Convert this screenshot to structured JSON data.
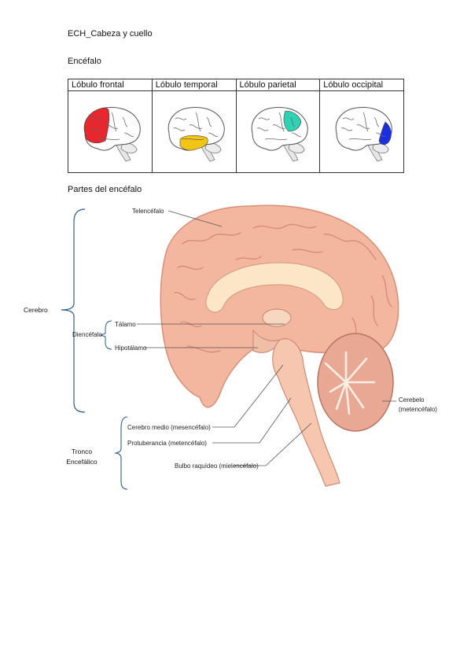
{
  "document": {
    "title": "ECH_Cabeza y cuello",
    "section1": "Encéfalo",
    "section2": "Partes del encéfalo"
  },
  "lobes_table": {
    "headers": [
      "Lóbulo frontal",
      "Lóbulo temporal",
      "Lóbulo parietal",
      "Lóbulo occipital"
    ],
    "highlight_colors": [
      "#e8262e",
      "#f2c414",
      "#2fd3b4",
      "#1a2fe0"
    ]
  },
  "brain_diagram": {
    "groups": {
      "cerebro": "Cerebro",
      "diencefalo": "Diencéfalo",
      "tronco_line1": "Tronco",
      "tronco_line2": "Encefálico"
    },
    "labels": {
      "telencefalo": "Telencéfalo",
      "talamo": "Tálamo",
      "hipotalamo": "Hipotálamo",
      "cerebelo_line1": "Cerebelo",
      "cerebelo_line2": "(metencéfalo)",
      "cerebro_medio": "Cerebro medio (mesencéfalo)",
      "protuberancia": "Protuberancia (metencéfalo)",
      "bulbo": "Bulbo raquídeo (mielencéfalo)"
    },
    "colors": {
      "tissue": "#f2b79e",
      "tissue_dark": "#d88f78",
      "bracket": "#2f5d8a"
    }
  }
}
